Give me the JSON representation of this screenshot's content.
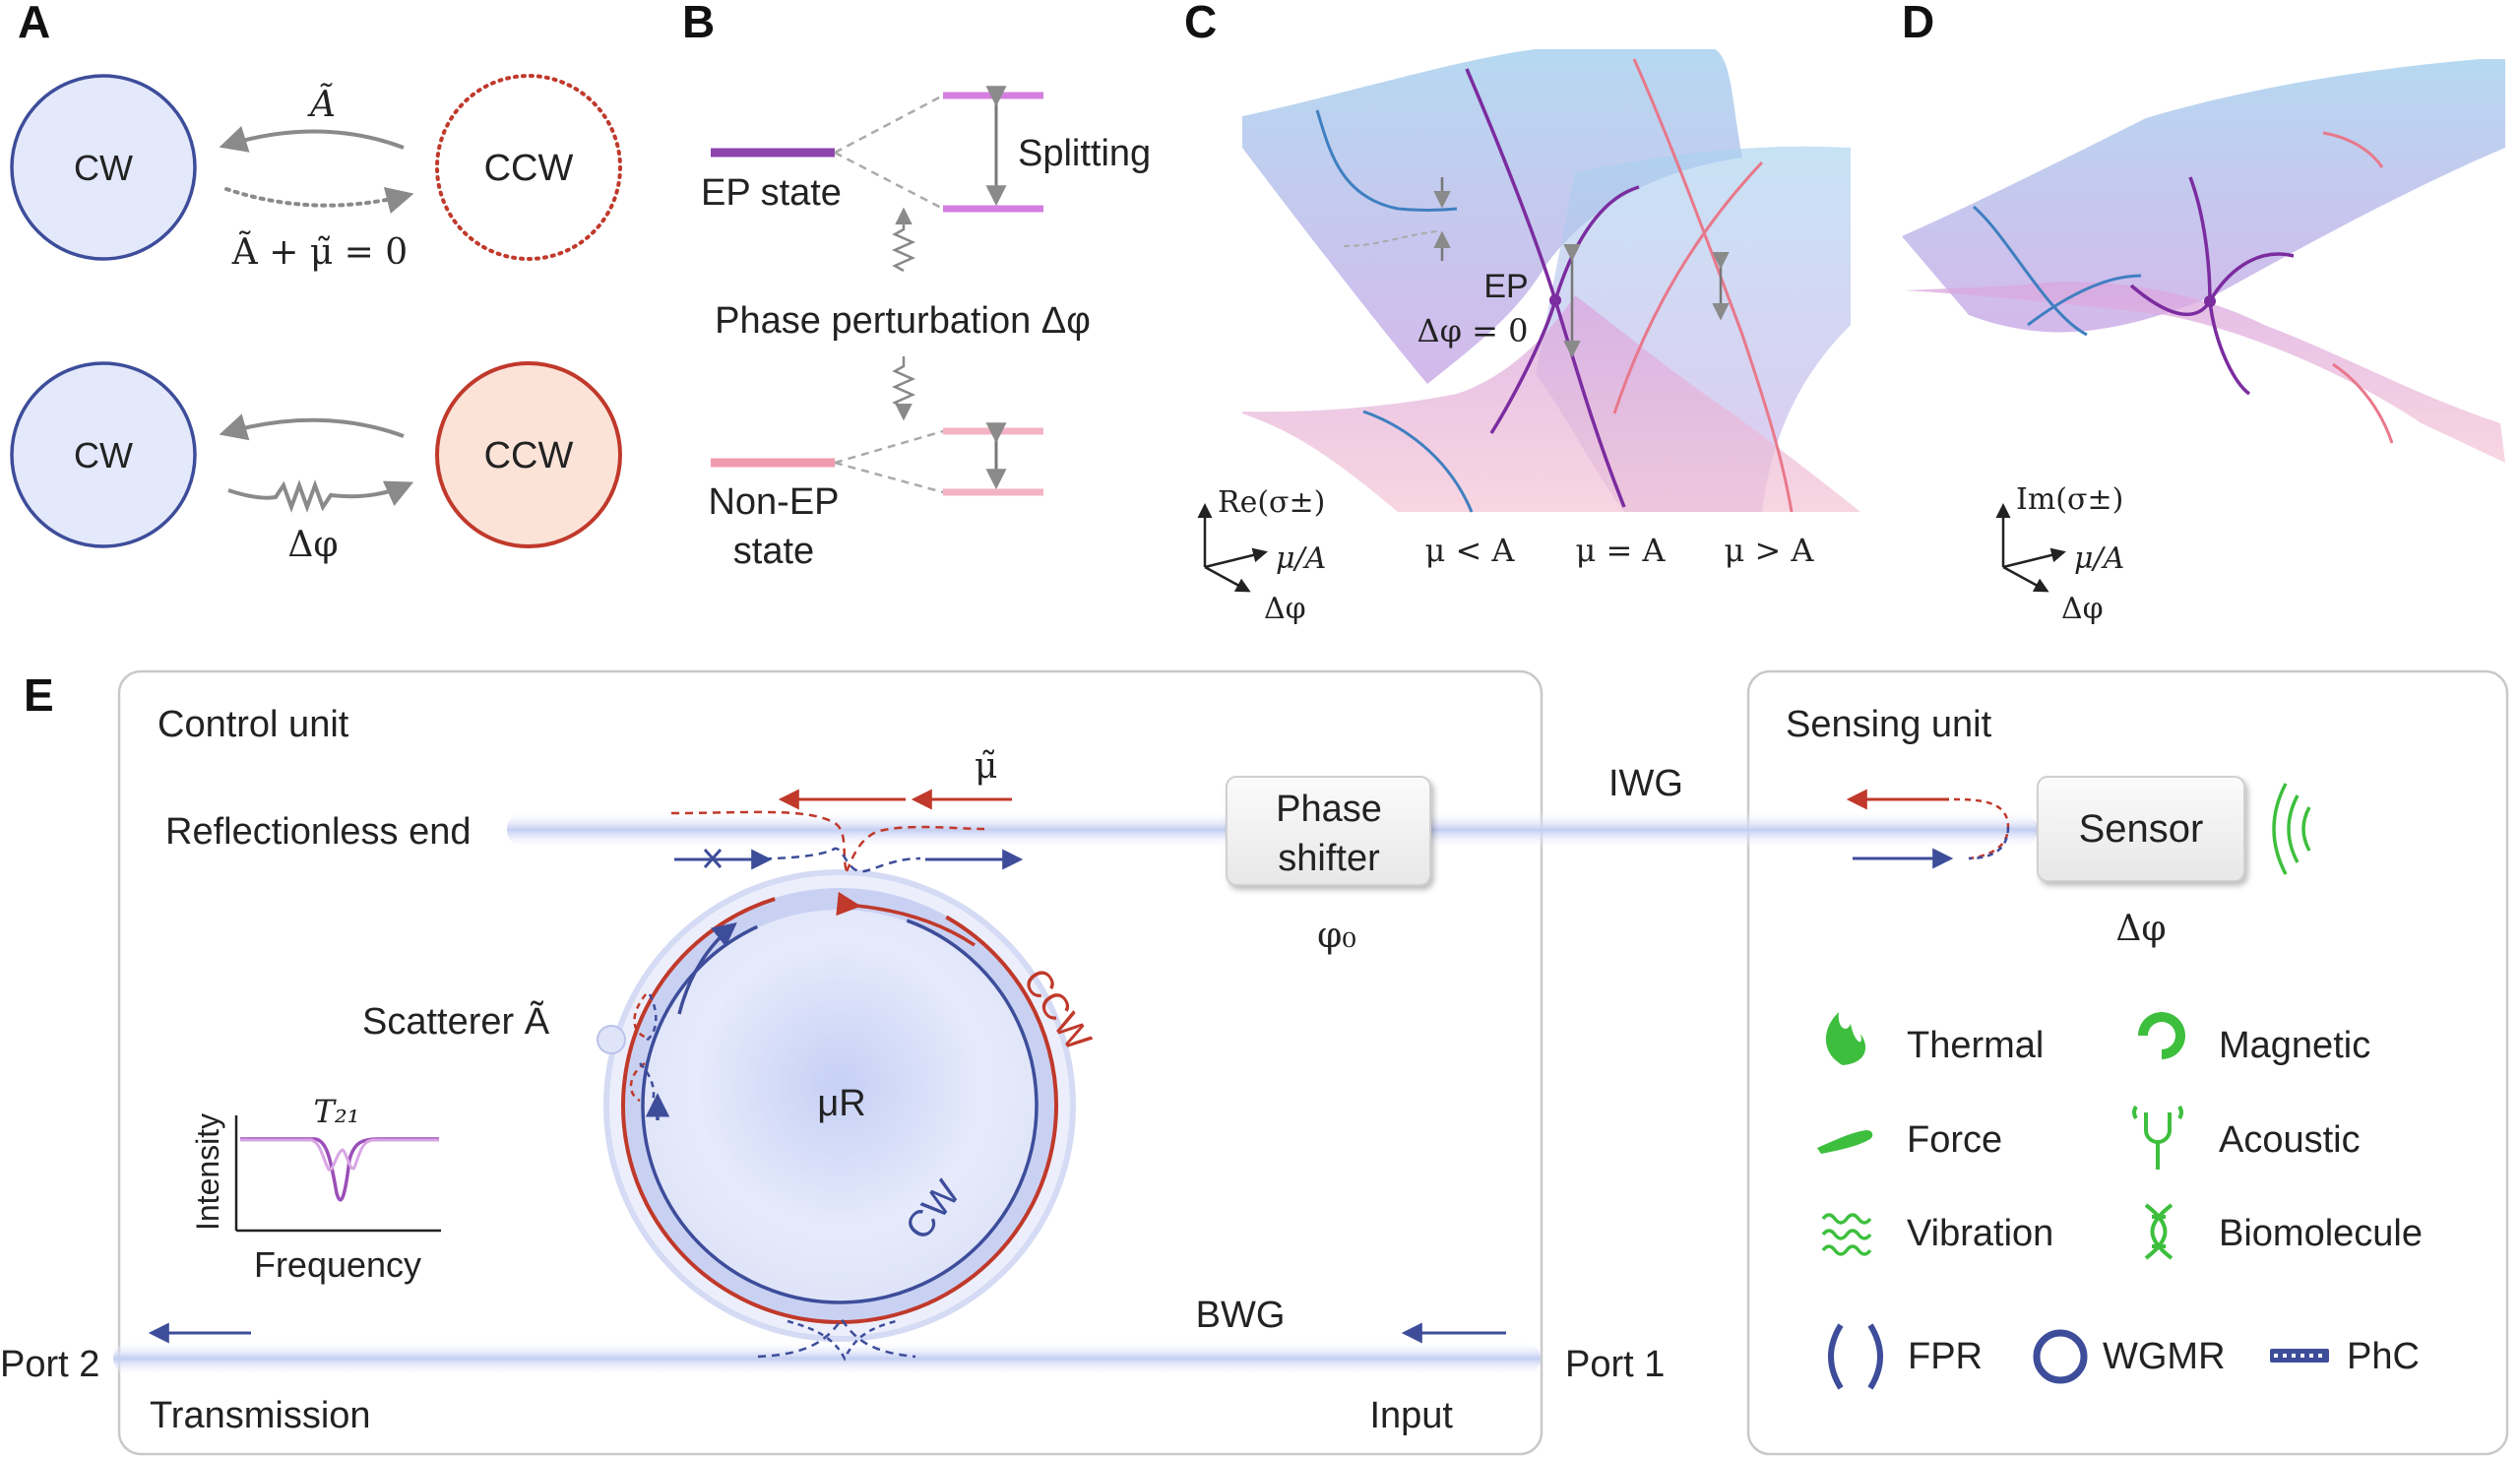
{
  "panels": {
    "a": "A",
    "b": "B",
    "c": "C",
    "d": "D",
    "e": "E"
  },
  "panel_a": {
    "cw_top": "CW",
    "ccw_top": "CCW",
    "coupling_label": "Ã",
    "eq_label": "Ã + μ̃ = 0",
    "cw_bottom": "CW",
    "ccw_bottom": "CCW",
    "phase_label": "Δφ"
  },
  "panel_b": {
    "ep_state": "EP state",
    "splitting": "Splitting",
    "phase_perturbation": "Phase perturbation Δφ",
    "non_ep_line1": "Non-EP",
    "non_ep_line2": "state"
  },
  "panel_c": {
    "ep_label": "EP",
    "ep_cond": "Δφ = 0",
    "axis_z": "Re(σ±)",
    "axis_x": "μ/A",
    "axis_y": "Δφ",
    "regime_lt": "μ < A",
    "regime_eq": "μ = A",
    "regime_gt": "μ > A"
  },
  "panel_d": {
    "axis_z": "Im(σ±)",
    "axis_x": "μ/A",
    "axis_y": "Δφ"
  },
  "panel_e": {
    "control_unit": "Control unit",
    "reflectionless_end": "Reflectionless end",
    "mu_tilde": "μ̃",
    "phase_shifter_line1": "Phase",
    "phase_shifter_line2": "shifter",
    "phi0": "φ₀",
    "iwg": "IWG",
    "sensing_unit": "Sensing unit",
    "sensor": "Sensor",
    "sensor_dphi": "Δφ",
    "ccw": "CCW",
    "cw": "CW",
    "scatterer": "Scatterer Ã",
    "resonator": "μR",
    "t21": "T₂₁",
    "intensity": "Intensity",
    "frequency": "Frequency",
    "bwg": "BWG",
    "port2": "Port 2",
    "port1": "Port 1",
    "transmission": "Transmission",
    "input": "Input",
    "sensing_types": [
      "Thermal",
      "Magnetic",
      "Force",
      "Acoustic",
      "Vibration",
      "Biomolecule"
    ],
    "resonator_types": [
      "FPR",
      "WGMR",
      "PhC"
    ]
  },
  "colors": {
    "cw_blue": "#3d4d9a",
    "ccw_red": "#c0392b",
    "ep_purple": "#8e44ad",
    "non_ep_pink": "#f19cae",
    "green": "#3dbf3d",
    "waveguide": "#c9d3f2"
  }
}
